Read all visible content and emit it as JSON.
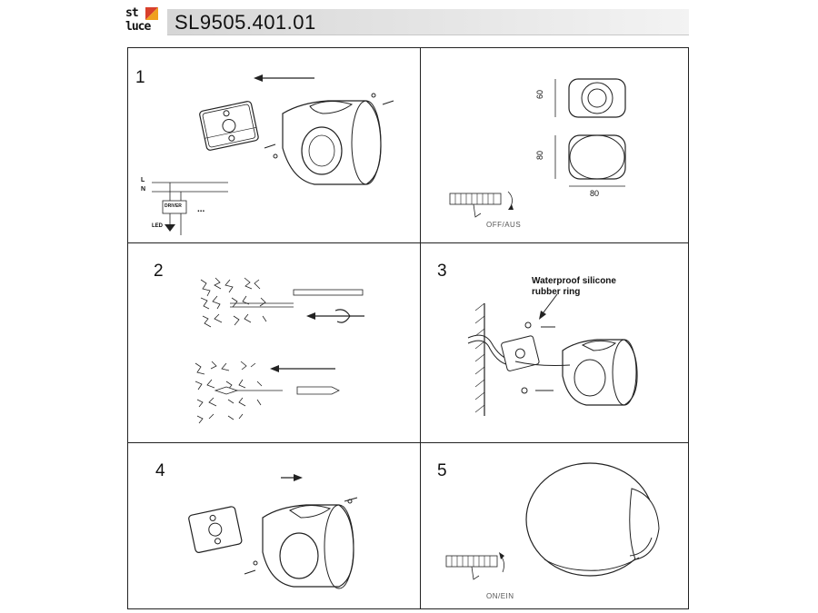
{
  "header": {
    "brand_top": "st",
    "brand_bottom": "luce",
    "model": "SL9505.401.01"
  },
  "colors": {
    "header_bar": "#e6e6e6",
    "logo_red": "#d8402c",
    "logo_orange": "#f0a020",
    "line": "#222222"
  },
  "steps": [
    {
      "num": "1",
      "wire_l": "L",
      "wire_n": "N",
      "driver": "DRIVER",
      "led": "LED",
      "ellipsis": "..."
    },
    {
      "dim_h1": "60",
      "dim_h2": "80",
      "dim_w": "80",
      "switch": "OFF/AUS"
    },
    {
      "num": "2"
    },
    {
      "num": "3",
      "callout_line1": "Waterproof silicone",
      "callout_line2": "rubber ring"
    },
    {
      "num": "4"
    },
    {
      "num": "5",
      "switch": "ON/EIN"
    }
  ]
}
